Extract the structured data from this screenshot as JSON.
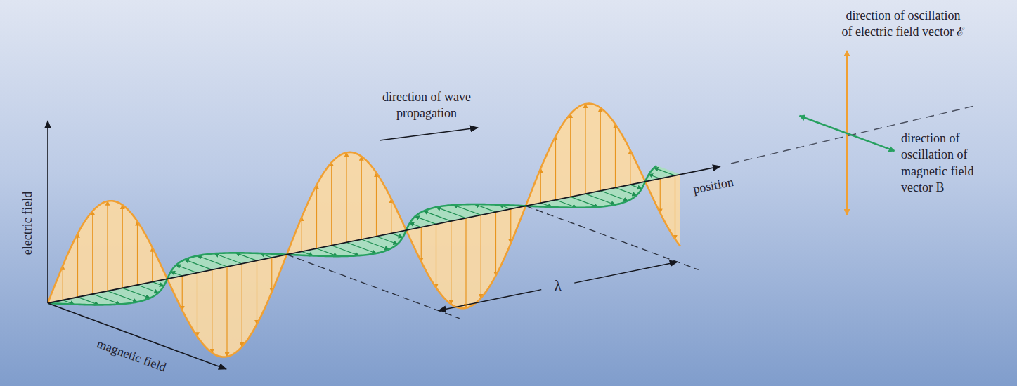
{
  "diagram": {
    "labels": [
      "direction of oscillation of electric field vector ℰ",
      "direction of wave propagation",
      "electric field",
      "direction of oscillation of magnetic field vector B",
      "position",
      "λ",
      "magnetic field"
    ]
  }
}
